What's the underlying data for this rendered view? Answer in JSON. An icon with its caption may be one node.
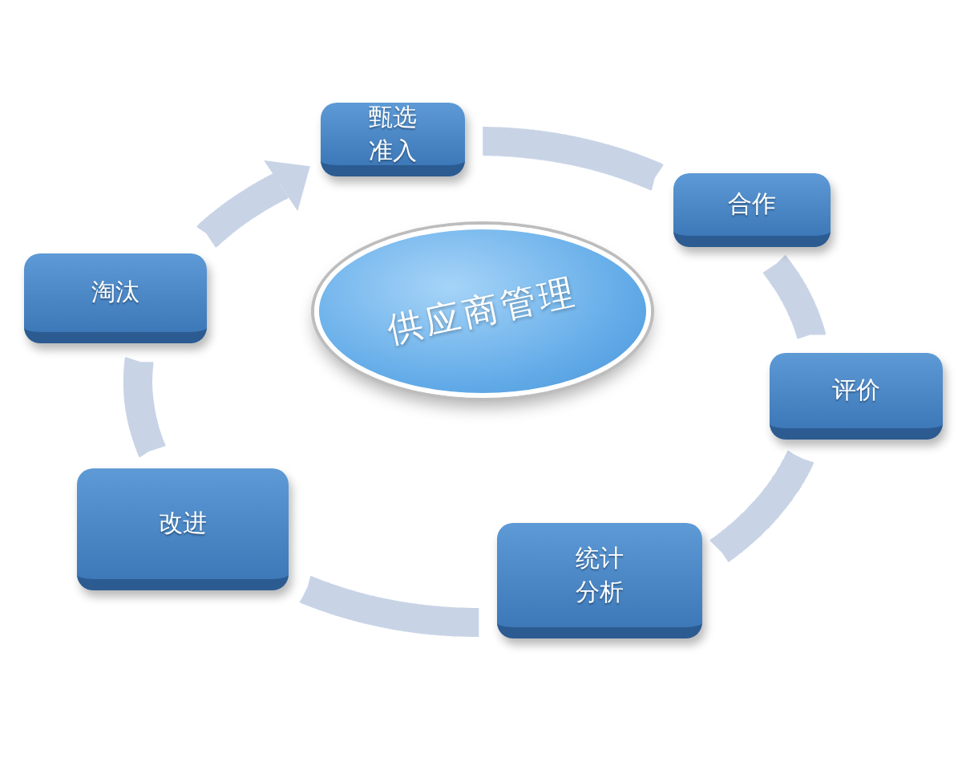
{
  "diagram": {
    "nodes": [
      {
        "text": [
          "供应商管理"
        ]
      },
      {
        "text": [
          "甄选准入"
        ]
      },
      {
        "text": [
          "合作"
        ]
      },
      {
        "text": [
          "评价"
        ]
      },
      {
        "text": [
          "统计分析"
        ]
      },
      {
        "text": [
          "改进"
        ]
      },
      {
        "text": [
          "淘汰"
        ]
      }
    ],
    "edges": [
      {
        "from": 1,
        "to": 2,
        "arrow": "none"
      },
      {
        "from": 2,
        "to": 3,
        "arrow": "none"
      },
      {
        "from": 3,
        "to": 4,
        "arrow": "none"
      },
      {
        "from": 4,
        "to": 5,
        "arrow": "none"
      },
      {
        "from": 5,
        "to": 6,
        "arrow": "none"
      },
      {
        "from": 6,
        "to": 1,
        "arrow": "to"
      }
    ]
  }
}
